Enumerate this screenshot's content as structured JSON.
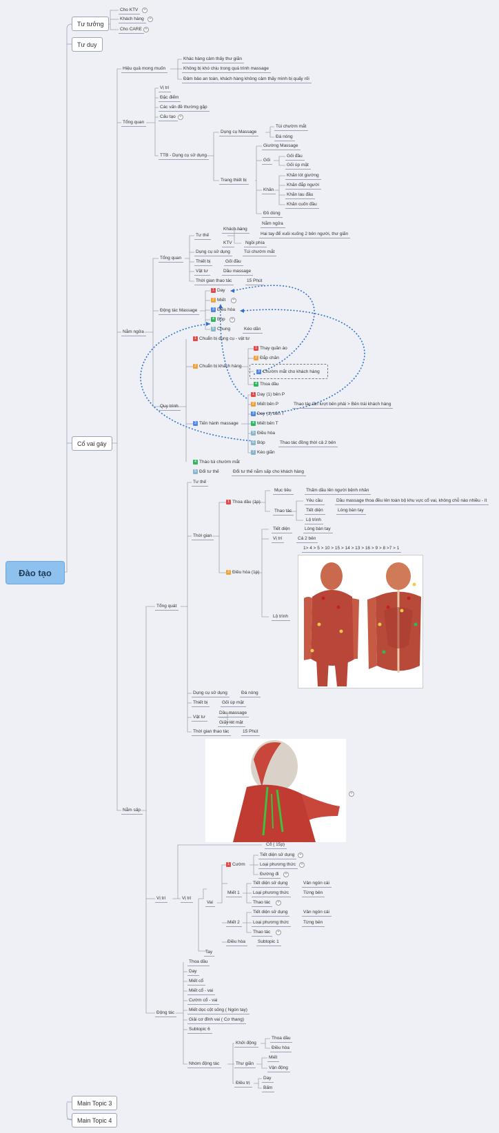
{
  "colors": {
    "root_fill": "#8ec1ee",
    "line": "#9aa3b3",
    "relationship": "#2e6fd1"
  },
  "root": "Đào tạo",
  "main_topics": [
    "Tư tưởng",
    "Tư duy",
    "Cổ vai gáy",
    "Main Topic 3",
    "Main Topic 4"
  ],
  "tu_tuong": [
    "Cho KTV",
    "Khách hàng",
    "Cho CARE"
  ],
  "t": {
    "a1": "Hiệu quả mong muốn",
    "a2": "Khác hàng cảm thấy thư giãn",
    "a3": "Không bị khó chịu trong quá trình massage",
    "a4": "Đảm bảo an toàn, khách hàng không cảm thấy mình bị quấy rối",
    "b1": "Tổng quan",
    "b2": "Vị trí",
    "b3": "Đặc điểm",
    "b4": "Các vấn đề thường gặp",
    "b5": "Cấu tạo",
    "b6": "TTB - Dụng cụ sử dụng",
    "b7": "Dụng cụ Massage",
    "b8": "Túi chườm mắt",
    "b9": "Đá nóng",
    "b10": "Trang thiết bị",
    "b11": "Giường Massage",
    "b12": "Gối",
    "b13": "Gối đầu",
    "b14": "Gối úp mặt",
    "b15": "Khăn",
    "b16": "Khăn lót giường",
    "b17": "Khăn đắp người",
    "b18": "Khăn lau đầu",
    "b19": "Khăn cuốn đầu",
    "b20": "Đồ dùng",
    "c1": "Nằm ngửa",
    "c2": "Tổng quan",
    "c3": "Tư thế",
    "c4": "Khách hàng",
    "c5": "Nằm ngửa",
    "c6": "Hai tay để xuôi xuống 2 bên người, thư giãn",
    "c7": "KTV",
    "c8": "Ngồi phía",
    "c9": "Dụng cụ sử dụng",
    "c10": "Túi chườm mắt",
    "c11": "Thiết bị",
    "c12": "Gối đầu",
    "c13": "Vật tư",
    "c14": "Dầu massage",
    "c15": "Thời gian thao tác",
    "c16": "15 Phút",
    "d1": "Động tác Massage",
    "d2": "Day",
    "d3": "Miết",
    "d4": "Điều hòa",
    "d5": "Bóp",
    "d6": "Chung",
    "d7": "Kéo dãn",
    "e1": "Quy trình",
    "e2": "Chuẩn bị dụng cụ - vật tư",
    "e3": "Chuẩn bị khách hàng",
    "e4": "Thay quần áo",
    "e5": "Đắp chăn",
    "e6": "Chườm mắt cho khách hàng",
    "e7": "Thoa dầu",
    "e8": "Tiến hành massage",
    "e9": "Day (1) bên P",
    "e10": "Miết bên P",
    "e11": "Thao tác lần lượt bên phải > Bên trái khách hàng",
    "e12": "Day (1) bên T",
    "e13": "Miết bên T",
    "e14": "Điều hòa",
    "e15": "Bóp",
    "e16": "Thao tác đồng thời cả 2 bên",
    "e17": "Kéo giãn",
    "e18": "Tháo túi chườm mắt",
    "e19": "Đổi tư thế",
    "e20": "Đổi tư thế nằm sấp cho khách hàng",
    "f1": "Nằm sấp",
    "f2": "Tổng quát",
    "f3": "Tư thế",
    "f4": "Thời gian",
    "f5": "Thoa dầu (1p)",
    "f6": "Mục tiêu",
    "f7": "Thấm dầu lên người bệnh nhân",
    "f8": "Thao tác",
    "f9": "Yêu cầu",
    "f10": "Dầu massage thoa đều lên toàn bộ khu vực cổ vai, không chỗ nào nhiều - ít",
    "f11": "Tiết diện",
    "f12": "Lòng bàn tay",
    "f13": "Lộ trình",
    "f14": "Điều hòa (1p)",
    "f15": "Tiết diện",
    "f16": "Lòng bàn tay",
    "f17": "Vị trí",
    "f18": "Cả 2 bên",
    "f19": "1> 4 > 5 > 10 > 15 > 14 > 13 > 16 > 9 > 8 >7 > 1",
    "f20": "Lộ trình",
    "f21": "Dụng cụ sử dụng",
    "f22": "Đá nóng",
    "f23": "Thiết bị",
    "f24": "Gối úp mặt",
    "f25": "Vật tư",
    "f26": "Dầu massage",
    "f27": "Giấy lót mặt",
    "f28": "Thời gian thao tác",
    "f29": "15 Phút",
    "g1": "Cổ ( 15p)",
    "g2": "Vị trí",
    "g3": "Vị trí",
    "g4": "Vai",
    "g5": "Cườm",
    "g6": "Tiết diện sử dụng",
    "g7": "Loại phương thức",
    "g8": "Đường đi",
    "g9": "Miết 1",
    "g10": "Tiết diện sử dụng",
    "g11": "Vân ngón cái",
    "g12": "Loại phương thức",
    "g13": "Từng bên",
    "g14": "Thao tác",
    "g15": "Miết 2",
    "g16": "Tiết diện sử dụng",
    "g17": "Vân ngón cái",
    "g18": "Loại phương thức",
    "g19": "Từng bên",
    "g20": "Thao tác",
    "g21": "Điều hòa",
    "g22": "Subtopic 1",
    "g23": "Tay",
    "h1": "Động tác",
    "h2": "Thoa dầu",
    "h3": "Day",
    "h4": "Miết cổ",
    "h5": "Miết cổ - vai",
    "h6": "Cườm cổ - vai",
    "h7": "Miết dọc cột sống ( Ngón tay)",
    "h8": "Giải cơ đỉnh vai ( Cơ thang)",
    "h9": "Subtopic 6",
    "h10": "Nhóm động tác",
    "h11": "Khởi động",
    "h12": "Thoa dầu",
    "h13": "Điều hòa",
    "h14": "Thư giãn",
    "h15": "Miết",
    "h16": "Vận động",
    "h17": "Điều trị",
    "h18": "Day",
    "h19": "Bấm"
  },
  "badges": {
    "d2": "1",
    "d3": "2",
    "d4": "3",
    "d5": "4",
    "d6": "5",
    "e2": "1",
    "e3": "2",
    "e4": "1",
    "e5": "2",
    "e6": "3",
    "e7": "4",
    "e8": "3",
    "e9": "1",
    "e10": "2",
    "e11": "",
    "e12": "3",
    "e13": "4",
    "e14": "5",
    "e15": "6",
    "e17": "7",
    "e18": "4",
    "e19": "5",
    "f5": "1",
    "f14": "2",
    "g5": "1"
  }
}
